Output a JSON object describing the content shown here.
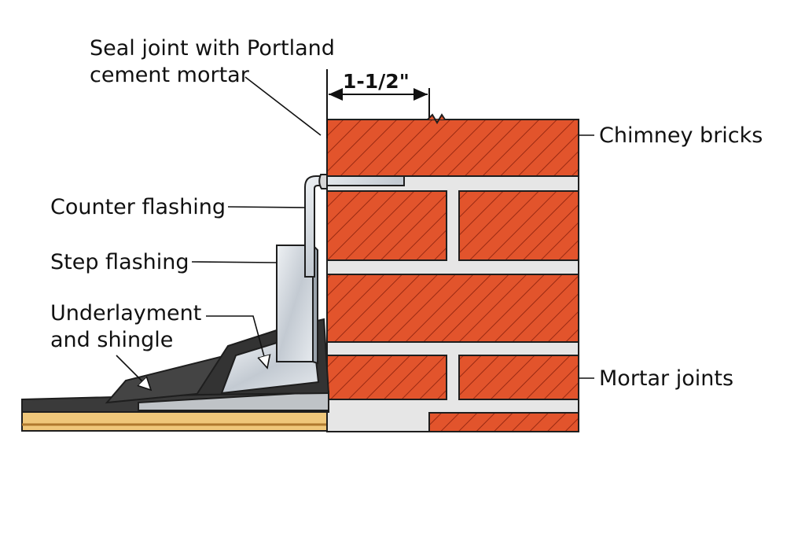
{
  "colors": {
    "brick": "#e2542c",
    "brick_hatch": "#9a2a12",
    "mortar": "#e6e6e6",
    "shingle": "#3b3b3b",
    "underlayment": "#5a5a5a",
    "flashing": "#c9d0d8",
    "deck": "#f0c77a",
    "deck_edge": "#b0792e"
  },
  "dimension": {
    "text": "1-1/2\""
  },
  "labels": {
    "seal_joint_line1": "Seal joint with Portland",
    "seal_joint_line2": "cement mortar",
    "chimney_bricks": "Chimney bricks",
    "counter_flashing": "Counter flashing",
    "step_flashing": "Step flashing",
    "underlayment_line1": "Underlayment",
    "underlayment_line2": "and shingle",
    "mortar_joints": "Mortar joints"
  }
}
